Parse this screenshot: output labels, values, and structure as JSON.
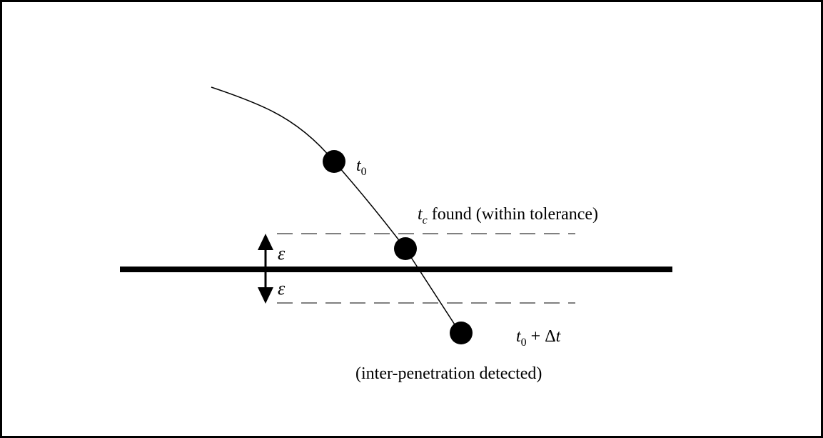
{
  "labels": {
    "t0_base": "t",
    "t0_sub": "0",
    "tc_base": "t",
    "tc_sub": "c",
    "tc_text": " found (within tolerance)",
    "epsilon_upper": "ε",
    "epsilon_lower": "ε",
    "t0dt_base": "t",
    "t0dt_sub": "0",
    "t0dt_text": " + Δ",
    "t0dt_t": "t",
    "interpen_text": "(inter-penetration detected)"
  },
  "colors": {
    "ink": "#000000",
    "background": "#ffffff"
  }
}
